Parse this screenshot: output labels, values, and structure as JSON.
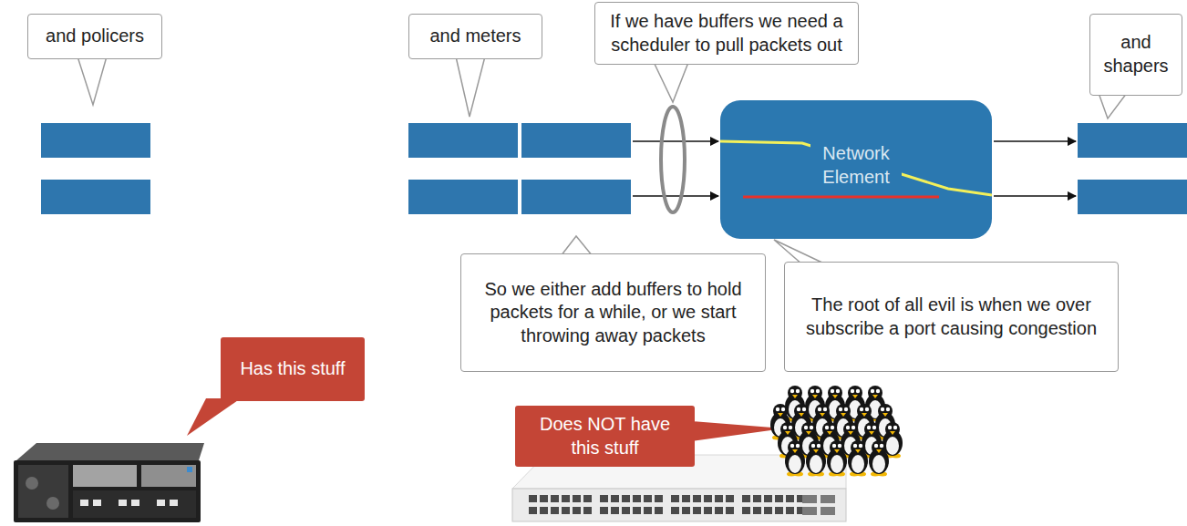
{
  "diagram": {
    "nodes": [
      {
        "text": [
          "and policers"
        ]
      },
      {
        "text": [
          "and meters"
        ]
      },
      {
        "text": [
          "If we have buffers we need a scheduler to pull packets out"
        ]
      },
      {
        "text": [
          "and shapers"
        ]
      },
      {
        "text": [
          "Network Element"
        ]
      },
      {
        "text": [
          "So we either add buffers to hold packets for a while, or we start throwing away packets"
        ]
      },
      {
        "text": [
          "The root of all evil is when we over subscribe a port causing congestion"
        ]
      },
      {
        "text": [
          "Has this stuff"
        ]
      },
      {
        "text": [
          "Does NOT have this stuff"
        ]
      }
    ]
  }
}
